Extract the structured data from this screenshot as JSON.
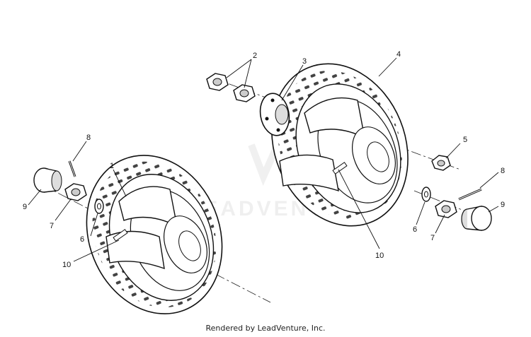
{
  "diagram": {
    "callouts": [
      {
        "id": "c1",
        "label": "1"
      },
      {
        "id": "c2",
        "label": "2"
      },
      {
        "id": "c3",
        "label": "3"
      },
      {
        "id": "c4",
        "label": "4"
      },
      {
        "id": "c5",
        "label": "5"
      },
      {
        "id": "c6a",
        "label": "6"
      },
      {
        "id": "c6b",
        "label": "6"
      },
      {
        "id": "c7a",
        "label": "7"
      },
      {
        "id": "c7b",
        "label": "7"
      },
      {
        "id": "c8a",
        "label": "8"
      },
      {
        "id": "c8b",
        "label": "8"
      },
      {
        "id": "c9a",
        "label": "9"
      },
      {
        "id": "c9b",
        "label": "9"
      },
      {
        "id": "c10a",
        "label": "10"
      },
      {
        "id": "c10b",
        "label": "10"
      }
    ],
    "watermark": "LEADVENTURE",
    "footer": "Rendered by LeadVenture, Inc."
  }
}
